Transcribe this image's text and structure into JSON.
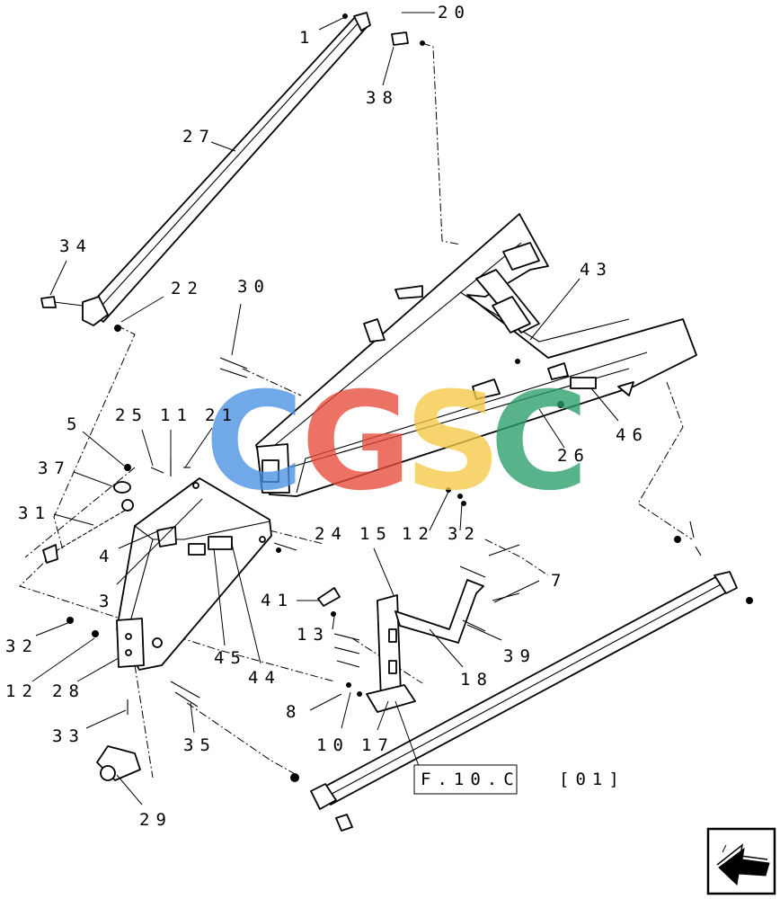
{
  "watermark": {
    "letters": [
      "C",
      "G",
      "S",
      "C"
    ],
    "colors": [
      "#4a90e2",
      "#e84b3c",
      "#f5c945",
      "#2a9d6a"
    ]
  },
  "callouts": {
    "c1": "1",
    "c20": "20",
    "c38": "38",
    "c27": "27",
    "c34": "34",
    "c22": "22",
    "c30": "30",
    "c43": "43",
    "c46": "46",
    "c26": "26",
    "c5": "5",
    "c25": "25",
    "c11": "11",
    "c21": "21",
    "c37": "37",
    "c31": "31",
    "c4": "4",
    "c3": "3",
    "c24": "24",
    "c15": "15",
    "c12a": "12",
    "c32a": "32",
    "c7": "7",
    "c41": "41",
    "c13": "13",
    "c39": "39",
    "c18": "18",
    "c45": "45",
    "c44": "44",
    "c32b": "32",
    "c12b": "12",
    "c28": "28",
    "c8": "8",
    "c10": "10",
    "c17": "17",
    "c33": "33",
    "c35": "35",
    "c29": "29"
  },
  "reference": {
    "code": "F.10.C",
    "page": "[01]"
  },
  "nav": {
    "icon": "next-page-arrow-icon"
  }
}
